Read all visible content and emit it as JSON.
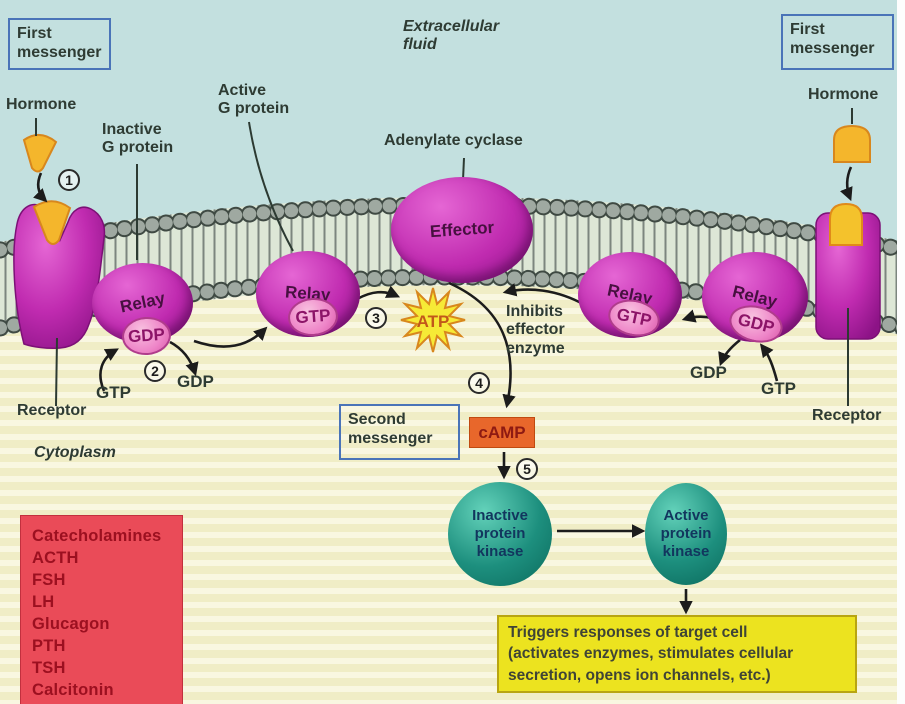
{
  "figure": "cAMP second-messenger mechanism of hormone action",
  "colors": {
    "extracellular_bg": "#c3e0df",
    "cytoplasm_bg": "#f0edc6",
    "membrane_bead": "#9fa9a1",
    "protein_magenta": "#c02bb0",
    "hormone_yellow": "#f4b62c",
    "atp_yellow": "#f6ea36",
    "camp_orange": "#e8672b",
    "kinase_teal": "#1d8f7e",
    "hormone_panel_red": "#ea4b58",
    "response_panel_yellow": "#ece31f",
    "callout_border_blue": "#4a74b8"
  },
  "top": {
    "first_messenger_left": "First\nmessenger",
    "first_messenger_right": "First\nmessenger",
    "extracellular_fluid": "Extracellular\nfluid",
    "hormone_left": "Hormone",
    "hormone_right": "Hormone",
    "inactive_g_protein": "Inactive\nG protein",
    "active_g_protein": "Active\nG protein",
    "adenylate_cyclase": "Adenylate cyclase"
  },
  "membrane": {
    "relay_labels": [
      "Relay",
      "Relay",
      "Relay",
      "Relay"
    ],
    "nucleotide_discs": [
      "GDP",
      "GTP",
      "GTP",
      "GDP"
    ],
    "effector": "Effector",
    "receptor_left": "Receptor",
    "receptor_right": "Receptor",
    "cytoplasm": "Cytoplasm"
  },
  "cascade": {
    "gtp_in_left": "GTP",
    "gdp_out_left": "GDP",
    "gdp_out_right": "GDP",
    "gtp_in_right": "GTP",
    "atp": "ATP",
    "inhibits_note": "Inhibits\neffector\nenzyme",
    "second_messenger": "Second\nmessenger",
    "camp": "cAMP",
    "inactive_kinase": "Inactive\nprotein\nkinase",
    "active_kinase": "Active\nprotein\nkinase",
    "triggers": "Triggers responses of target cell\n(activates enzymes, stimulates cellular\nsecretion, opens ion channels, etc.)"
  },
  "steps": [
    "1",
    "2",
    "3",
    "4",
    "5"
  ],
  "hormones": [
    "Catecholamines",
    "ACTH",
    "FSH",
    "LH",
    "Glucagon",
    "PTH",
    "TSH",
    "Calcitonin"
  ]
}
